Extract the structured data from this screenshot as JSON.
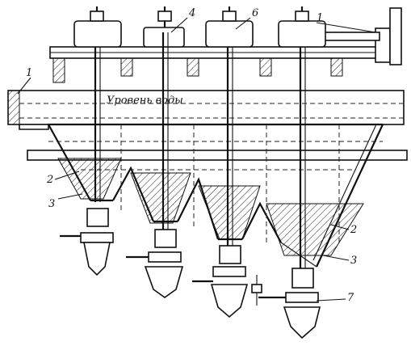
{
  "water_level_label": "Уровень воды",
  "callouts": {
    "c1_top": "1",
    "c1_left": "1",
    "c2_left": "2",
    "c2_right": "2",
    "c3_left": "3",
    "c3_right": "3",
    "c4": "4",
    "c6": "6",
    "c7": "7"
  }
}
